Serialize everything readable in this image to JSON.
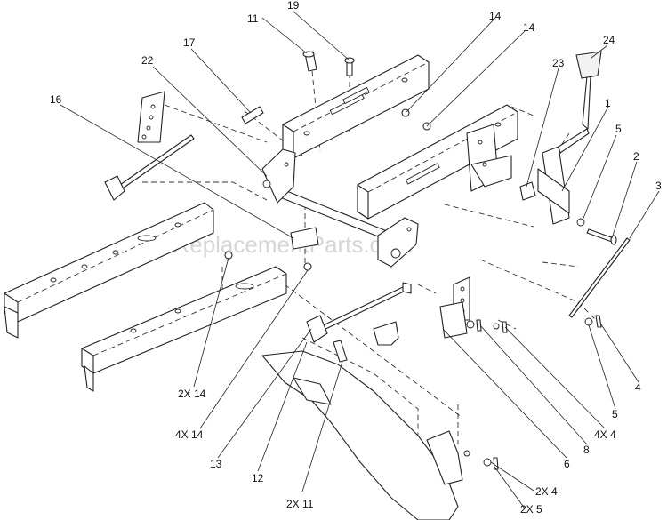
{
  "diagram": {
    "watermark": "eReplacementParts.com",
    "callouts": {
      "c19": "19",
      "c11": "11",
      "c14a": "14",
      "c14b": "14",
      "c17": "17",
      "c22": "22",
      "c16": "16",
      "c23": "23",
      "c24": "24",
      "c1": "1",
      "c5a": "5",
      "c2": "2",
      "c3": "3",
      "c4": "4",
      "c5b": "5",
      "c4x4": "4X 4",
      "c8": "8",
      "c6": "6",
      "c2x14": "2X 14",
      "c4x14": "4X 14",
      "c13": "13",
      "c12": "12",
      "c2x11": "2X 11",
      "c2x4": "2X 4",
      "c2x5": "2X 5"
    }
  }
}
